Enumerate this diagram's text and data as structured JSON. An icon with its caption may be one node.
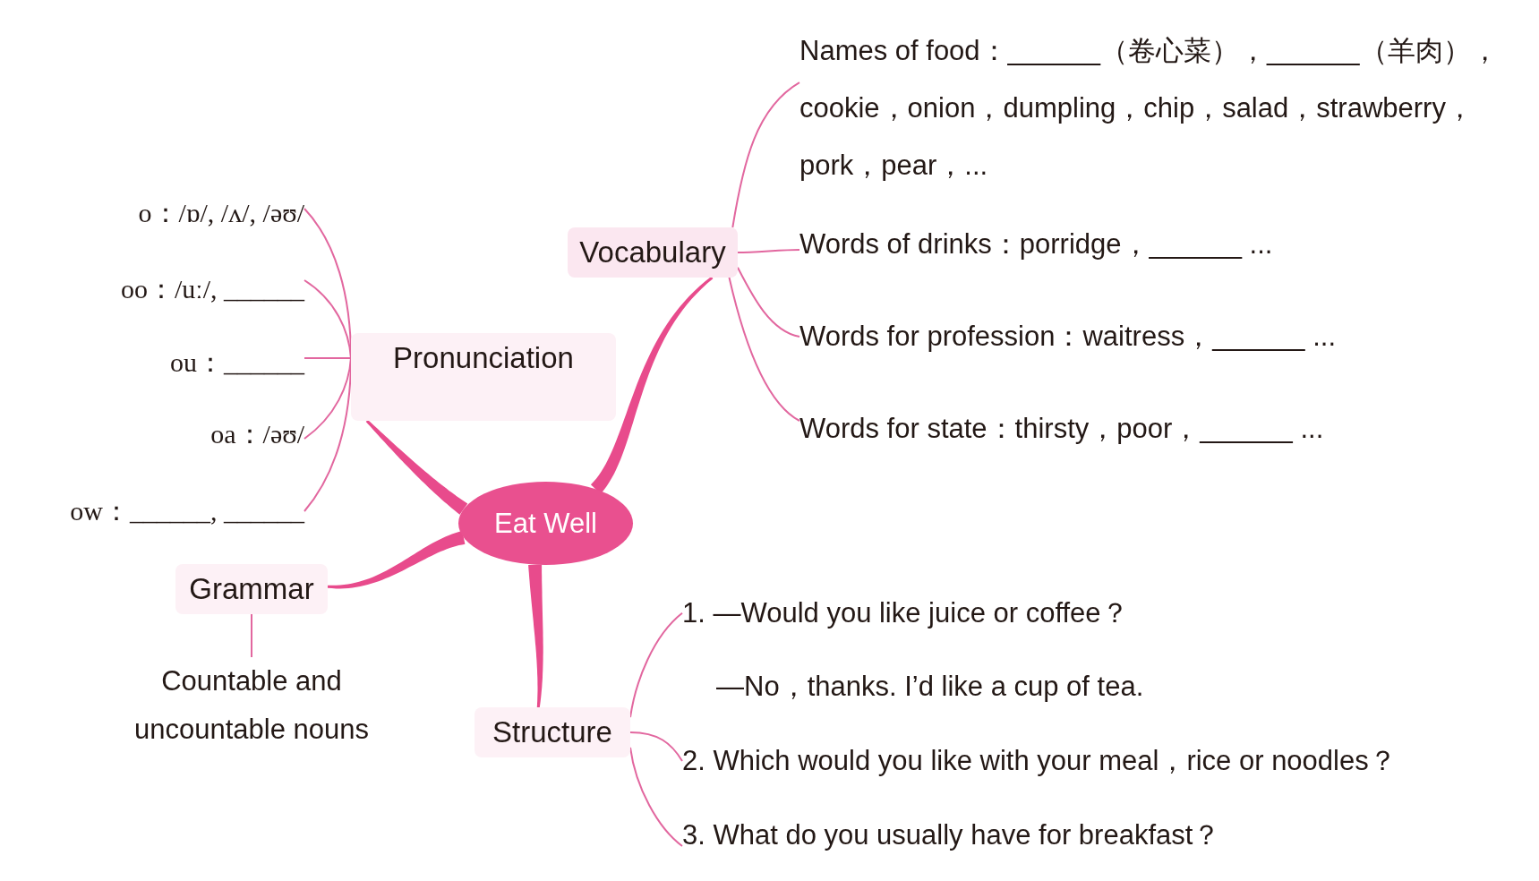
{
  "diagram": {
    "nodes": [
      {
        "text": [
          "Eat Well"
        ]
      },
      {
        "text": [
          "Vocabulary"
        ]
      },
      {
        "text": [
          "Names of food：______（卷心菜），______（羊肉），cookie，onion，dumpling，chip，salad，strawberry，pork，pear，..."
        ]
      },
      {
        "text": [
          "Words of drinks：porridge，______ ..."
        ]
      },
      {
        "text": [
          "Words for profession：waitress，______ ..."
        ]
      },
      {
        "text": [
          "Words for state：thirsty，poor，______ ..."
        ]
      },
      {
        "text": [
          "Pronunciation"
        ]
      },
      {
        "text": [
          "o：/ɒ/, /ʌ/, /əʊ/"
        ]
      },
      {
        "text": [
          "oo：/uː/, ______"
        ]
      },
      {
        "text": [
          "ou：______"
        ]
      },
      {
        "text": [
          "oa：/əʊ/"
        ]
      },
      {
        "text": [
          "ow：______, ______"
        ]
      },
      {
        "text": [
          "Grammar"
        ]
      },
      {
        "text": [
          "Countable and uncountable nouns"
        ]
      },
      {
        "text": [
          "Structure"
        ]
      },
      {
        "text": [
          "1. —Would you like juice or coffee？",
          "—No，thanks. I’d like a cup of tea."
        ]
      },
      {
        "text": [
          "2. Which would you like with your meal，rice or noodles？"
        ]
      },
      {
        "text": [
          "3. What do you usually have for breakfast？"
        ]
      }
    ],
    "edges": [
      {
        "from": 0,
        "to": 1,
        "arrow": "none",
        "style": "thick",
        "color": "#e84b8c"
      },
      {
        "from": 0,
        "to": 6,
        "arrow": "none",
        "style": "thick",
        "color": "#e84b8c"
      },
      {
        "from": 0,
        "to": 12,
        "arrow": "none",
        "style": "thick",
        "color": "#e84b8c"
      },
      {
        "from": 0,
        "to": 14,
        "arrow": "none",
        "style": "thick",
        "color": "#e84b8c"
      },
      {
        "from": 1,
        "to": 2,
        "arrow": "none"
      },
      {
        "from": 1,
        "to": 3,
        "arrow": "none"
      },
      {
        "from": 1,
        "to": 4,
        "arrow": "none"
      },
      {
        "from": 1,
        "to": 5,
        "arrow": "none"
      },
      {
        "from": 6,
        "to": 7,
        "arrow": "none"
      },
      {
        "from": 6,
        "to": 8,
        "arrow": "none"
      },
      {
        "from": 6,
        "to": 9,
        "arrow": "none"
      },
      {
        "from": 6,
        "to": 10,
        "arrow": "none"
      },
      {
        "from": 6,
        "to": 11,
        "arrow": "none"
      },
      {
        "from": 12,
        "to": 13,
        "arrow": "none"
      },
      {
        "from": 14,
        "to": 15,
        "arrow": "none"
      },
      {
        "from": 14,
        "to": 16,
        "arrow": "none"
      },
      {
        "from": 14,
        "to": 17,
        "arrow": "none"
      }
    ]
  }
}
